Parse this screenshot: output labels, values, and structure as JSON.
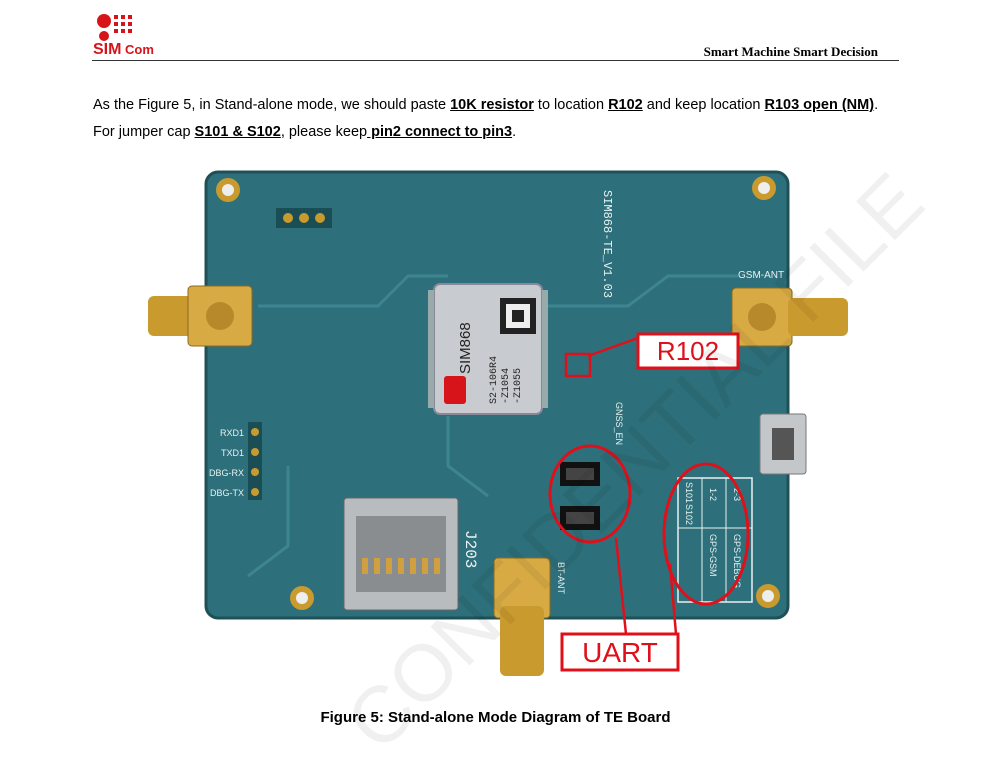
{
  "header": {
    "logo_text_sim": "SIM",
    "logo_text_com": "Com",
    "tagline": "Smart Machine Smart Decision"
  },
  "paragraph": {
    "t1": "As the Figure 5, in Stand-alone mode, we should paste ",
    "b1": "10K resistor",
    "t2": " to location ",
    "b2": "R102",
    "t3": " and keep location ",
    "b3": "R103 open (NM)",
    "t4": ". For jumper cap ",
    "b4": "S101 & S102",
    "t5": ", please keep",
    "b5": " pin2 connect to pin3",
    "t6": "."
  },
  "figure": {
    "callout_r102": "R102",
    "callout_uart": "UART",
    "board_label": "SIM868-TE_V1.03",
    "gsm_ant": "GSM-ANT",
    "bt_ant": "BT-ANT",
    "gnss_en": "GNSS_EN",
    "module_label": "SIM868",
    "module_code1": "S2-106R4",
    "module_code2": "-Z1054",
    "module_code3": "-Z1055",
    "pins": [
      "RXD1",
      "TXD1",
      "DBG-RX",
      "DBG-TX"
    ],
    "j203": "J203",
    "table_s101": "S101",
    "table_s102": "S102",
    "table_r1": "1-2",
    "table_r2": "2-3",
    "table_gps_gsm": "GPS-GSM",
    "table_gps_debug": "GPS-DEBUG",
    "colors": {
      "pcb": "#2d6f7a",
      "callout": "#e0101a",
      "gold": "#c99a2e"
    }
  },
  "caption": "Figure 5: Stand-alone Mode Diagram of TE Board",
  "watermark": "CONFIDENTIAL FILE"
}
